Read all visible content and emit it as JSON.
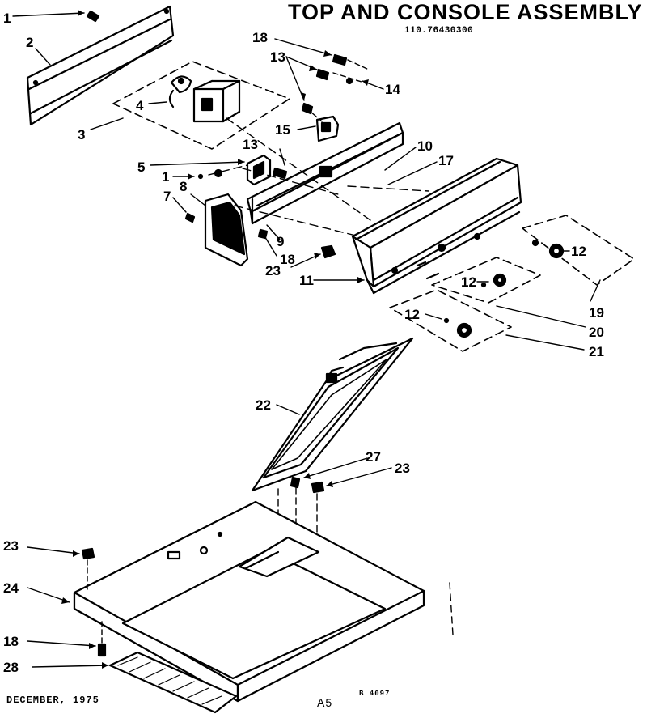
{
  "header": {
    "title": "TOP AND CONSOLE ASSEMBLY",
    "model_number": "110.76430300"
  },
  "footer": {
    "date": "DECEMBER, 1975",
    "page": "A5",
    "code": "B 4097"
  },
  "callouts": [
    "1",
    "2",
    "3",
    "4",
    "5",
    "13",
    "1",
    "7",
    "8",
    "18",
    "13",
    "15",
    "14",
    "10",
    "17",
    "9",
    "18",
    "23",
    "11",
    "12",
    "12",
    "12",
    "19",
    "20",
    "21",
    "22",
    "27",
    "23",
    "23",
    "24",
    "18",
    "28"
  ],
  "colors": {
    "ink": "#000000",
    "paper": "#ffffff"
  }
}
